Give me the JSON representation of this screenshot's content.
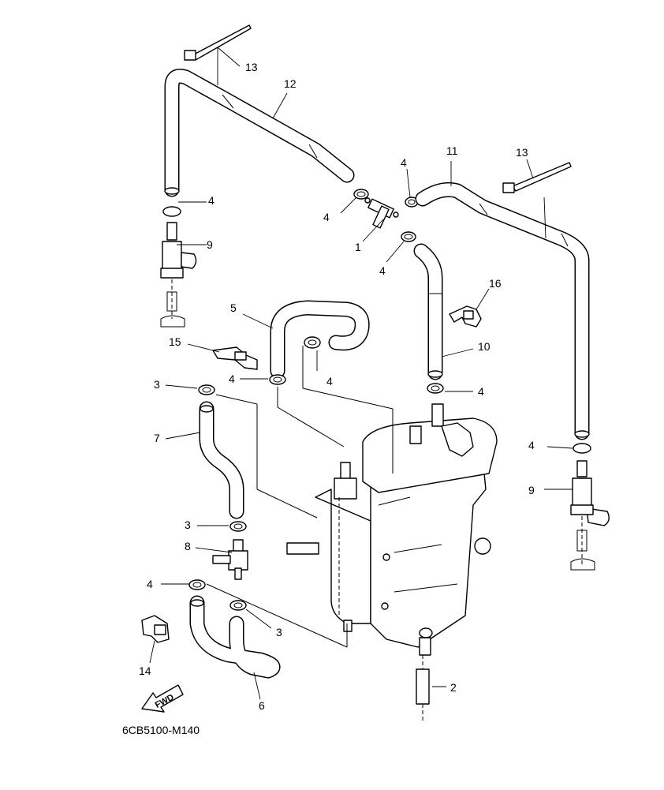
{
  "diagram_code": "6CB5100-M140",
  "fwd_arrow_label": "FWD",
  "callouts": {
    "c1": "1",
    "c2": "2",
    "c3a": "3",
    "c3b": "3",
    "c3c": "3",
    "c4a": "4",
    "c4b": "4",
    "c4c": "4",
    "c4d": "4",
    "c4e": "4",
    "c4f": "4",
    "c4g": "4",
    "c4h": "4",
    "c4i": "4",
    "c5": "5",
    "c6": "6",
    "c7": "7",
    "c8": "8",
    "c9a": "9",
    "c9b": "9",
    "c10": "10",
    "c11": "11",
    "c12": "12",
    "c13a": "13",
    "c13b": "13",
    "c14": "14",
    "c15": "15",
    "c16": "16"
  }
}
